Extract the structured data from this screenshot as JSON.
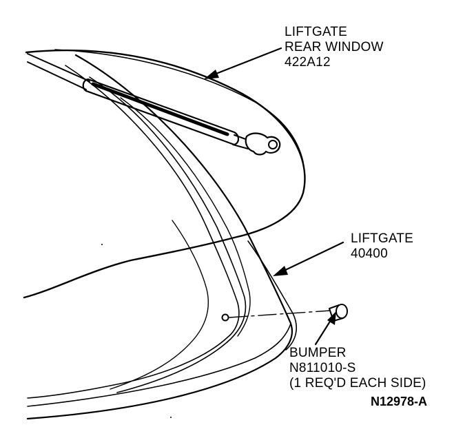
{
  "callouts": {
    "rear_window": {
      "line1": "LIFTGATE",
      "line2": "REAR WINDOW",
      "line3": "422A12"
    },
    "liftgate": {
      "line1": "LIFTGATE",
      "line2": "40400"
    },
    "bumper": {
      "line1": "BUMPER",
      "line2": "N811010-S",
      "line3": "(1 REQ'D EACH SIDE)"
    }
  },
  "figure_number": "N12978-A",
  "colors": {
    "ink": "#000000",
    "paper": "#ffffff"
  }
}
